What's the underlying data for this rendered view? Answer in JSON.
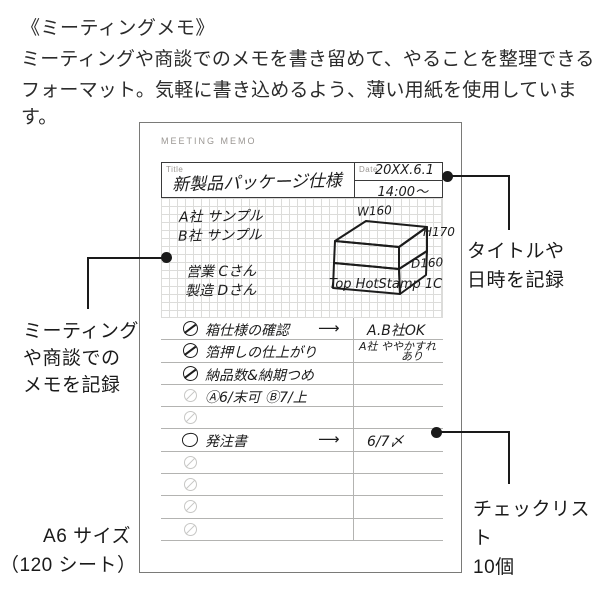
{
  "intro": {
    "heading": "《ミーティングメモ》",
    "description_line1": "ミーティングや商談でのメモを書き留めて、やることを整理できる",
    "description_line2": "フォーマット。気軽に書き込めるよう、薄い用紙を使用しています。"
  },
  "memo": {
    "header": "MEETING MEMO",
    "title_label": "Title",
    "title_value": "新製品パッケージ仕様",
    "date_label": "Date",
    "date_value": "20XX.6.1",
    "time_value": "14:00〜",
    "notes": [
      "A社 サンプル",
      "B社 サンプル",
      "営業 Cさん",
      "製造 Dさん"
    ],
    "sketch": {
      "width_label": "W160",
      "height_label": "H170",
      "depth_label": "D160",
      "caption": "Top HotStamp 1C"
    },
    "checklist": {
      "row1": {
        "text": "箱仕様の確認",
        "arrow": "⟶",
        "note": "A.B社OK"
      },
      "row2": {
        "text": "箔押しの仕上がり",
        "note": "A社 ややかすれ",
        "note2": "あり"
      },
      "row3": {
        "text": "納品数&納期つめ"
      },
      "row4": {
        "text": "Ⓐ6/末可 Ⓑ7/上"
      },
      "row6": {
        "text": "発注書",
        "arrow": "⟶",
        "note": "6/7〆"
      }
    }
  },
  "annotations": {
    "memo_area": {
      "line1": "ミーティング",
      "line2": "や商談での",
      "line3": "メモを記録"
    },
    "title_date": {
      "line1": "タイトルや",
      "line2": "日時を記録"
    },
    "checklist": {
      "line1": "チェックリスト",
      "line2": "10個"
    },
    "size": {
      "line1": "A6 サイズ",
      "line2": "（120 シート）"
    }
  },
  "colors": {
    "ink": "#1c1c1c",
    "memo_border": "#7a7a78",
    "box_border": "#3a3a3a",
    "grid_line": "#dcdcda",
    "rule_line": "#b3b3b1",
    "light_circle": "#c7c7c5",
    "label_gray": "#9a9692"
  }
}
